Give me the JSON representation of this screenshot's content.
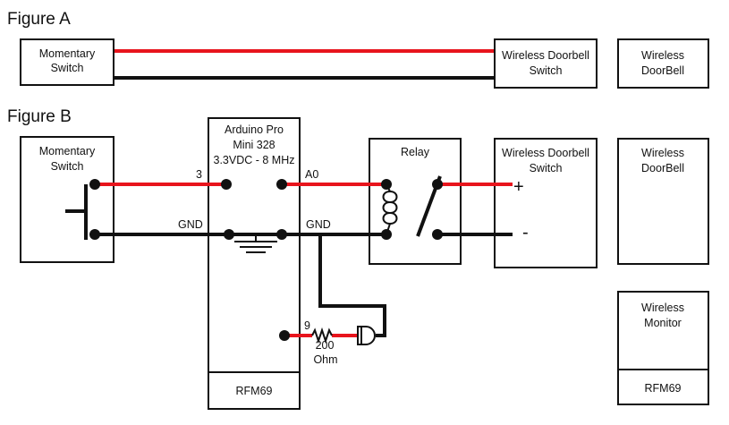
{
  "figure_a": {
    "title": "Figure A",
    "momentary_switch": [
      "Momentary",
      "Switch"
    ],
    "doorbell_switch": [
      "Wireless Doorbell",
      "Switch"
    ],
    "doorbell": [
      "Wireless",
      "DoorBell"
    ]
  },
  "figure_b": {
    "title": "Figure B",
    "momentary_switch": [
      "Momentary",
      "Switch"
    ],
    "arduino": [
      "Arduino Pro",
      "Mini 328",
      "3.3VDC - 8 MHz"
    ],
    "arduino_radio": "RFM69",
    "pins": {
      "pin3": "3",
      "a0": "A0",
      "gnd_left": "GND",
      "gnd_right": "GND",
      "pin9": "9"
    },
    "relay": "Relay",
    "doorbell_switch": [
      "Wireless Doorbell",
      "Switch"
    ],
    "plus": "+",
    "minus": "-",
    "doorbell": [
      "Wireless",
      "DoorBell"
    ],
    "resistor": [
      "200",
      "Ohm"
    ],
    "monitor": [
      "Wireless",
      "Monitor"
    ],
    "monitor_radio": "RFM69"
  },
  "colors": {
    "wire_signal": "#e8141c",
    "wire_ground": "#111111",
    "outline": "#111111"
  }
}
